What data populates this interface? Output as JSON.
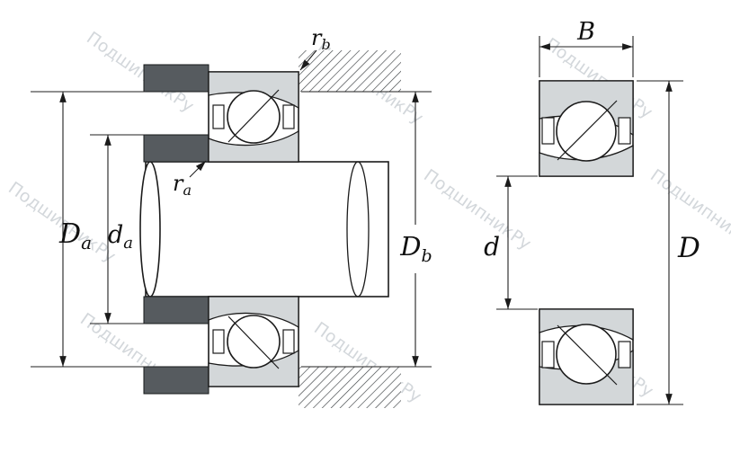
{
  "watermark": {
    "text": "ПодшипникРу"
  },
  "colors": {
    "ring": "#d3d7d9",
    "block": "#565b5f",
    "wm": "#b9c0c6",
    "line": "#1b1b1b"
  },
  "labels": {
    "Da": {
      "main": "D",
      "sub": "a"
    },
    "da": {
      "main": "d",
      "sub": "a"
    },
    "Db": {
      "main": "D",
      "sub": "b"
    },
    "ra": {
      "main": "r",
      "sub": "a"
    },
    "rb": {
      "main": "r",
      "sub": "b"
    },
    "B": {
      "main": "B",
      "sub": ""
    },
    "d": {
      "main": "d",
      "sub": ""
    },
    "D": {
      "main": "D",
      "sub": ""
    }
  }
}
